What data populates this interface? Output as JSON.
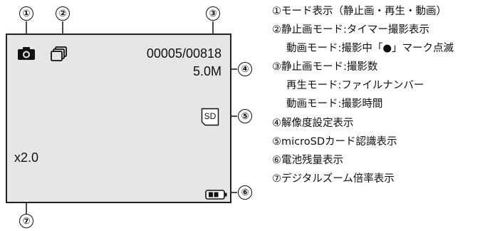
{
  "screen": {
    "counter": "00005/00818",
    "resolution": "5.0M",
    "zoom": "x2.0",
    "sd_label": "SD"
  },
  "icons": {
    "mode": "camera-icon",
    "self_timer": "burst-frames-icon",
    "sd_card": "sd-card-icon",
    "battery": "battery-icon"
  },
  "callouts": [
    "①",
    "②",
    "③",
    "④",
    "⑤",
    "⑥",
    "⑦"
  ],
  "legend": [
    {
      "text": "①モード表示（静止画・再生・動画）",
      "indent": false
    },
    {
      "text": "②静止画モード:タイマー撮影表示",
      "indent": false
    },
    {
      "text": "動画モード:撮影中「●」マーク点滅",
      "indent": true
    },
    {
      "text": "③静止画モード:撮影数",
      "indent": false
    },
    {
      "text": "再生モード:ファイルナンバー",
      "indent": true
    },
    {
      "text": "動画モード:撮影時間",
      "indent": true
    },
    {
      "text": "④解像度設定表示",
      "indent": false
    },
    {
      "text": "⑤microSDカード認識表示",
      "indent": false
    },
    {
      "text": "⑥電池残量表示",
      "indent": false
    },
    {
      "text": "⑦デジタルズーム倍率表示",
      "indent": false
    }
  ]
}
